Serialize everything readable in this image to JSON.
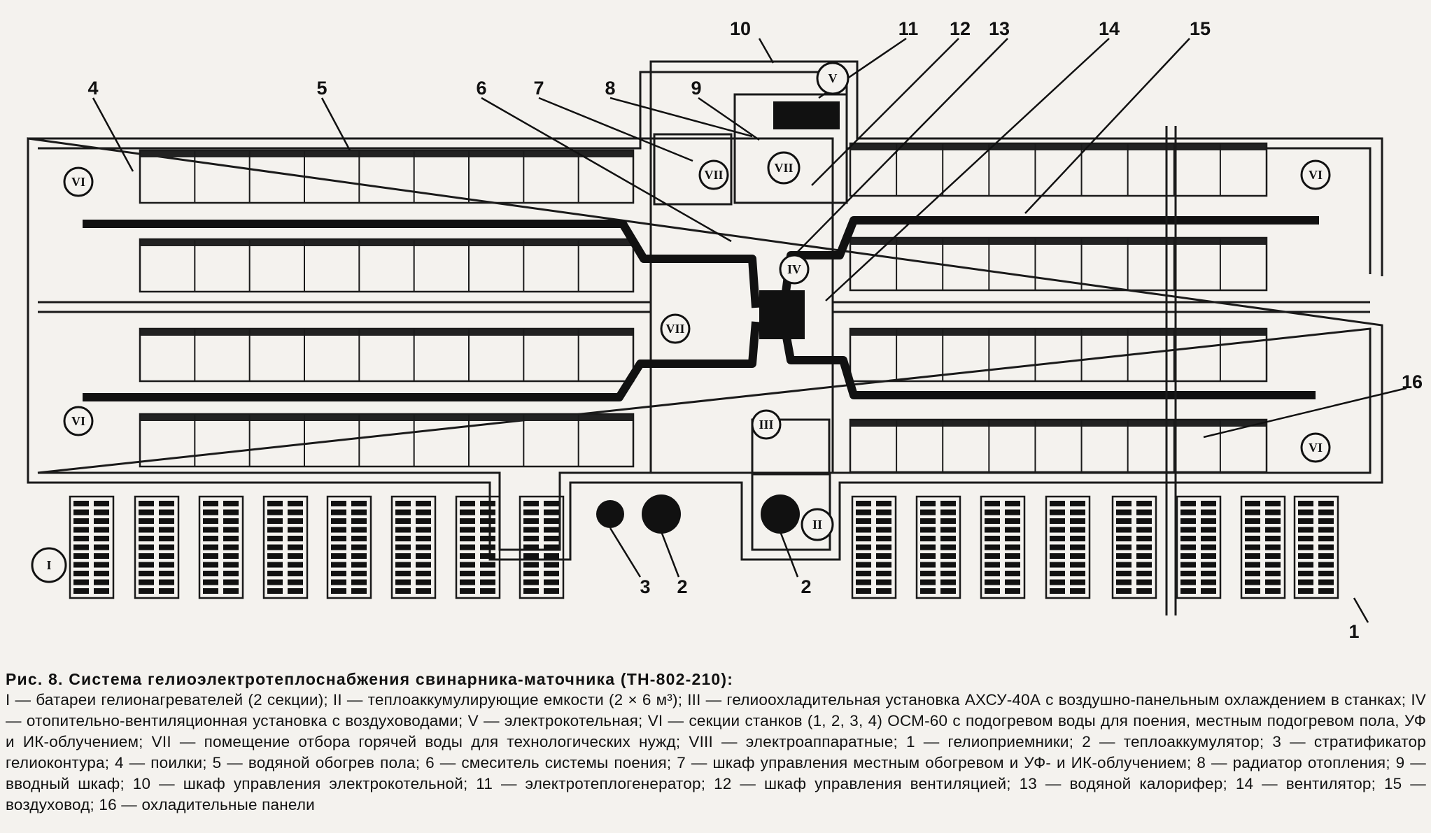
{
  "figure": {
    "callouts": {
      "c1": "1",
      "c2": "2",
      "c3": "3",
      "c4": "4",
      "c5": "5",
      "c6": "6",
      "c7": "7",
      "c8": "8",
      "c9": "9",
      "c10": "10",
      "c11": "11",
      "c12": "12",
      "c13": "13",
      "c14": "14",
      "c15": "15",
      "c16": "16"
    },
    "zones": {
      "I": "I",
      "II": "II",
      "III": "III",
      "IV": "IV",
      "V": "V",
      "VI": "VI",
      "VII": "VII"
    }
  },
  "caption": {
    "title": "Рис. 8. Система гелиоэлектротеплоснабжения свинарника-маточника (ТН-802-210):",
    "body": "I — батареи гелионагревателей (2 секции); II — теплоаккумулирующие емкости (2 × 6 м³); III — гелиоохладительная установка АХСУ-40А с воздушно-панельным охлаждением в станках; IV — отопительно-вентиляционная установка с воздуховодами; V — электрокотельная; VI — секции станков (1, 2, 3, 4) ОСМ-60 с подогревом воды для поения, местным подогревом пола, УФ и ИК-облучением; VII — помещение отбора горячей воды для технологических нужд; VIII — электроаппаратные; 1 — гелиоприемники; 2 — теплоаккумулятор; 3 — стратификатор гелиоконтура; 4 — поилки; 5 — водяной обогрев пола; 6 — смеситель системы поения; 7 — шкаф управления местным обогревом и УФ- и ИК-облучением; 8 — радиатор отопления; 9 — вводный шкаф; 10 — шкаф управления электрокотельной; 11 — электротеплогенератор; 12 — шкаф управления вентиляцией; 13 — водяной калорифер; 14 — вентилятор; 15 — воздуховод; 16 — охладительные панели"
  }
}
